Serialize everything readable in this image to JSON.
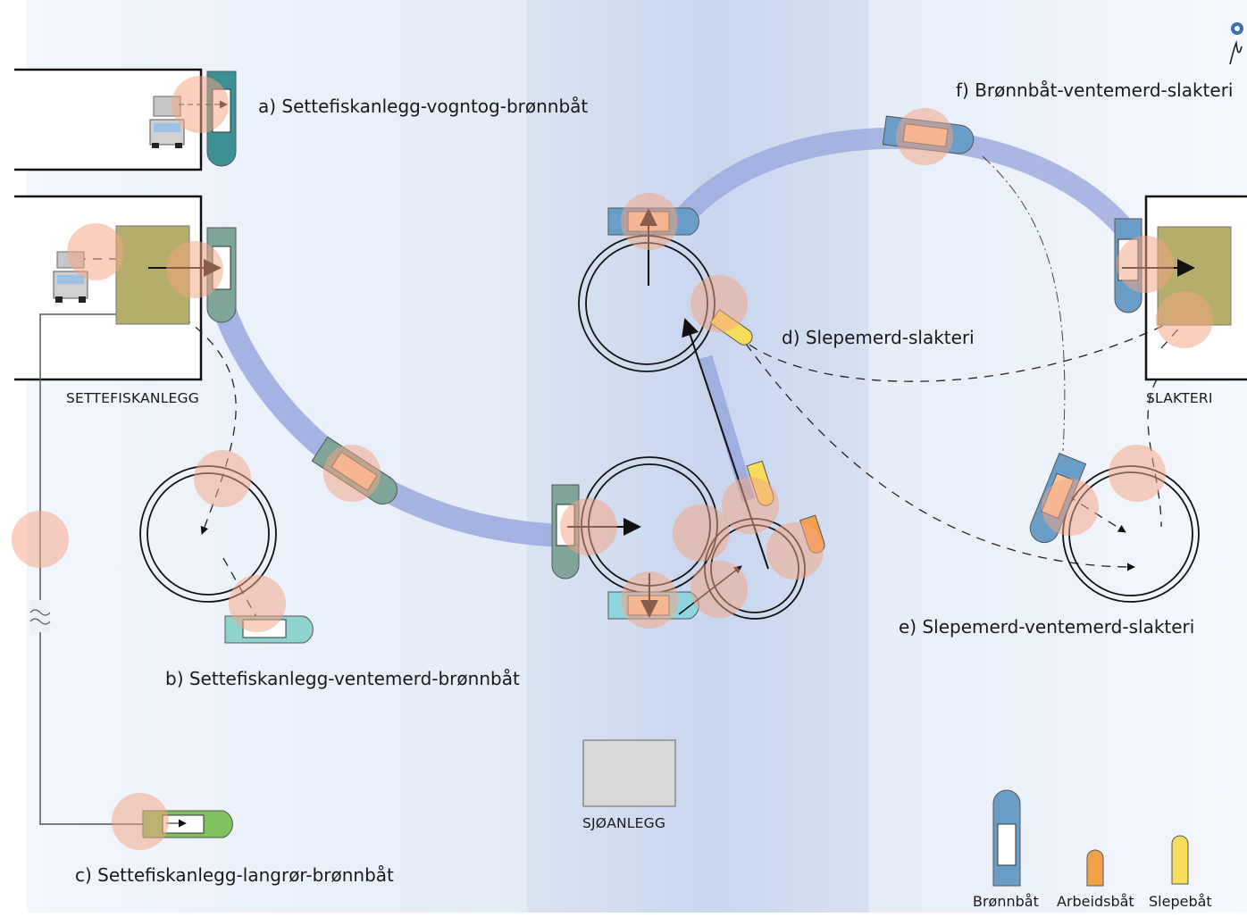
{
  "scenarios": {
    "a": "a) Settefiskanlegg-vogntog-brønnbåt",
    "b": "b) Settefiskanlegg-ventemerd-brønnbåt",
    "c": "c) Settefiskanlegg-langrør-brønnbåt",
    "d": "d) Slepemerd-slakteri",
    "e": "e) Slepemerd-ventemerd-slakteri",
    "f": "f) Brønnbåt-ventemerd-slakteri"
  },
  "places": {
    "settefiskanlegg": "SETTEFISKANLEGG",
    "slakteri": "SLAKTERI",
    "sjoanlegg": "SJØANLEGG"
  },
  "legend": {
    "bronnbat": "Brønnbåt",
    "arbeidsbat": "Arbeidsbåt",
    "slepebat": "Slepebåt"
  },
  "colors": {
    "bronnbat": "#6a9ec8",
    "arbeidsbat": "#f2a14a",
    "slepebat": "#f6dd5a",
    "risk_zone": "#f4a582",
    "route": "#98a8dc",
    "facility_fill": "#b5ae6a"
  }
}
